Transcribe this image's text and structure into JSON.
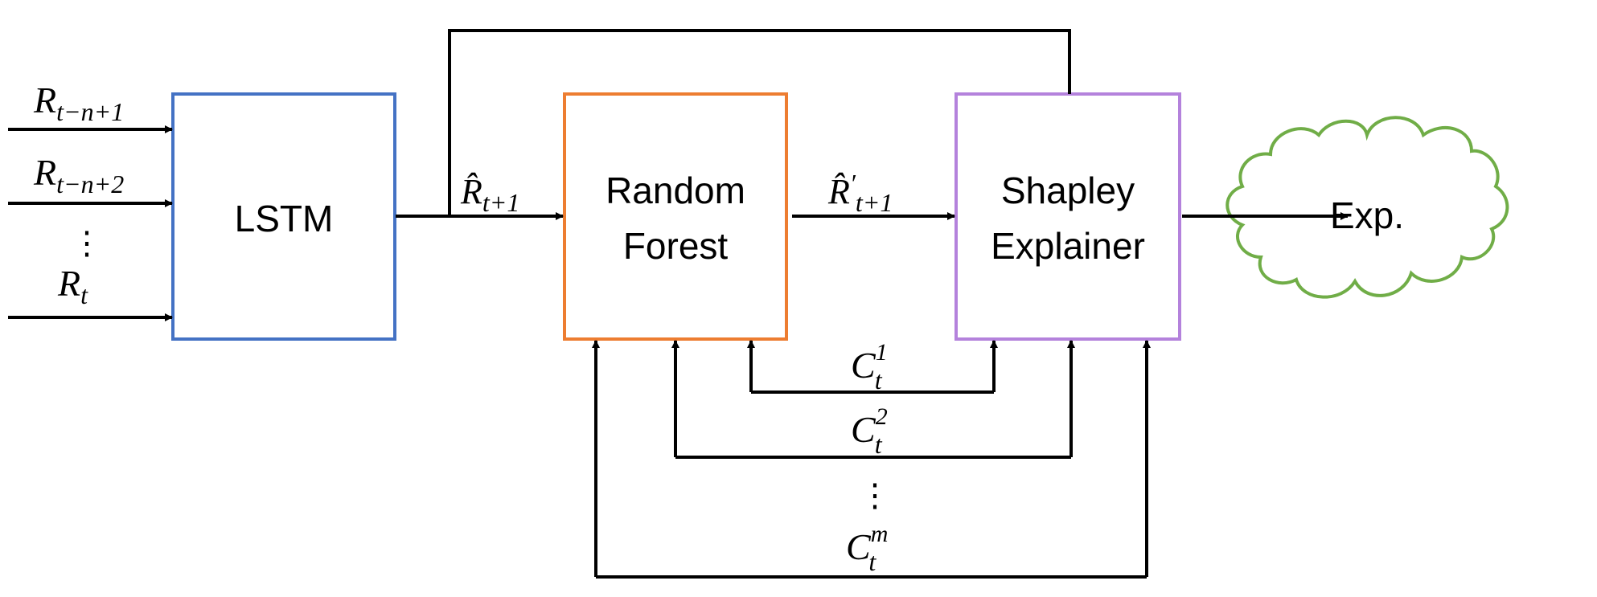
{
  "colors": {
    "lstm": "#4472c4",
    "random_forest": "#ed7d31",
    "shapley": "#b482dc",
    "exp_cloud": "#70ad47",
    "arrow": "#000000"
  },
  "boxes": {
    "lstm": "LSTM",
    "random_forest_line1": "Random",
    "random_forest_line2": "Forest",
    "shapley_line1": "Shapley",
    "shapley_line2": "Explainer",
    "exp": "Exp."
  },
  "inputs": {
    "r1": {
      "base": "R",
      "sub": "t−n+1"
    },
    "r2": {
      "base": "R",
      "sub": "t−n+2"
    },
    "vdots": "⋮",
    "rt": {
      "base": "R",
      "sub": "t"
    }
  },
  "edges": {
    "r_hat": {
      "base": "R̂",
      "sub": "t+1"
    },
    "r_hat_prime": {
      "base": "R̂",
      "prime": "′",
      "sub": "t+1"
    }
  },
  "covariates": {
    "c1": {
      "base": "C",
      "sub": "t",
      "sup": "1"
    },
    "c2": {
      "base": "C",
      "sub": "t",
      "sup": "2"
    },
    "vdots": "⋮",
    "cm": {
      "base": "C",
      "sub": "t",
      "sup": "m"
    }
  }
}
